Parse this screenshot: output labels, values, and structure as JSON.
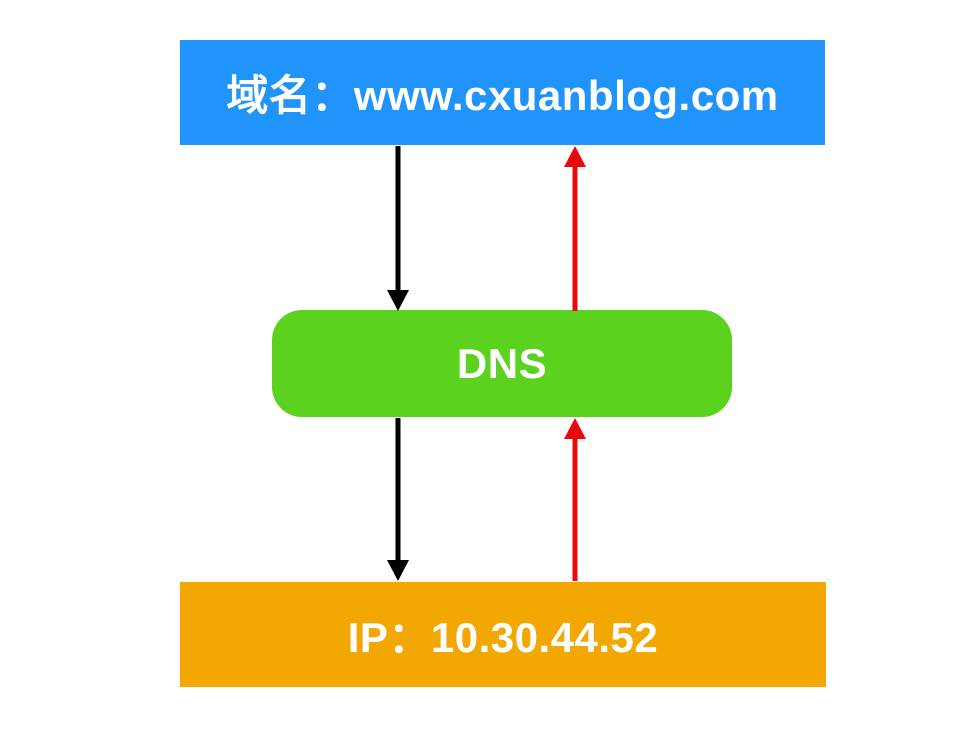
{
  "diagram": {
    "nodes": {
      "domain": {
        "label": "域名：www.cxuanblog.com"
      },
      "dns": {
        "label": "DNS"
      },
      "ip": {
        "label": "IP：10.30.44.52"
      }
    },
    "arrows": [
      {
        "name": "domain-to-dns",
        "direction": "down",
        "color": "black"
      },
      {
        "name": "dns-to-domain",
        "direction": "up",
        "color": "red"
      },
      {
        "name": "dns-to-ip",
        "direction": "down",
        "color": "black"
      },
      {
        "name": "ip-to-dns",
        "direction": "up",
        "color": "red"
      }
    ]
  },
  "colors": {
    "domain-box": "#2094FA",
    "dns-box": "#5BD21E",
    "ip-box": "#F2A702",
    "arrow-down": "#000000",
    "arrow-up": "#E8090D",
    "label-text": "#FFFFFF",
    "canvas-bg": "#FFFFFF"
  }
}
